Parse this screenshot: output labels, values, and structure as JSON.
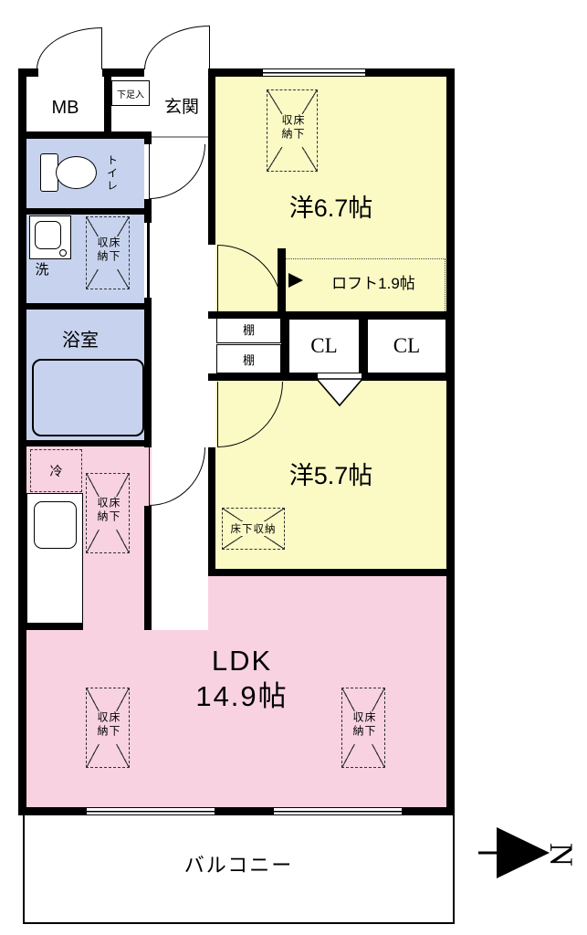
{
  "floorplan": {
    "compass": {
      "label": "N"
    },
    "storage_label": "床下収納",
    "rooms": {
      "mb": {
        "label": "MB"
      },
      "shoe_box": {
        "label": "下足入"
      },
      "entrance": {
        "label": "玄関"
      },
      "toilet": {
        "label": "トイレ"
      },
      "washroom": {
        "label": "洗"
      },
      "bathroom": {
        "label": "浴室"
      },
      "bedroom1": {
        "label": "洋6.7帖"
      },
      "loft": {
        "label": "ロフト1.9帖"
      },
      "shelf": {
        "label": "棚"
      },
      "closet": {
        "label": "CL"
      },
      "bedroom2": {
        "label": "洋5.7帖"
      },
      "refrigerator": {
        "label": "冷"
      },
      "ldk": {
        "label": "LDK",
        "size": "14.9帖"
      },
      "balcony": {
        "label": "バルコニー"
      }
    },
    "colors": {
      "room_yellow": "#FBFAC5",
      "room_pink": "#F8D2E0",
      "room_blue": "#C7D3EE",
      "wall_black": "#000000"
    }
  }
}
